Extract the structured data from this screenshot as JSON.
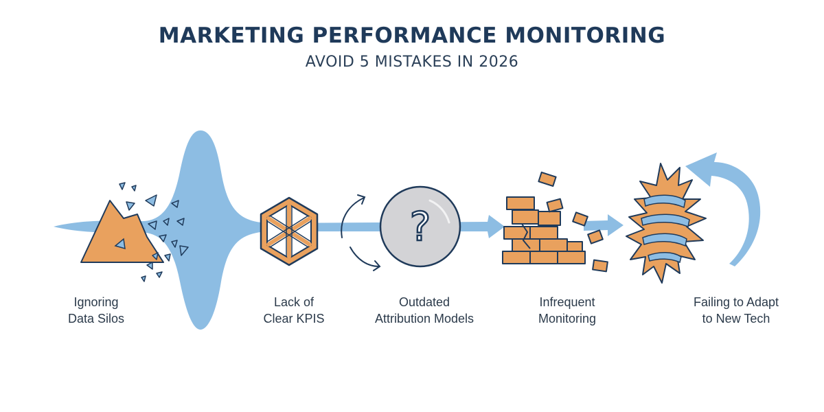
{
  "header": {
    "title": "MARKETING PERFORMANCE MONITORING",
    "subtitle": "AVOID 5 MISTAKES IN 2026"
  },
  "colors": {
    "flow": "#8dbde3",
    "flow_dark": "#6fa8d8",
    "accent": "#e9a15e",
    "ink": "#1f3a5a",
    "globe": "#d3d3d6"
  },
  "steps": [
    {
      "icon": "shattered-triangle-icon",
      "line1": "Ignoring",
      "line2": "Data Silos"
    },
    {
      "icon": "hexagon-lattice-icon",
      "line1": "Lack of",
      "line2": "Clear KPIS"
    },
    {
      "icon": "question-circle-icon",
      "line1": "Outdated",
      "line2": "Attribution Models"
    },
    {
      "icon": "crumbling-brick-wall-icon",
      "line1": "Infrequent",
      "line2": "Monitoring"
    },
    {
      "icon": "spiky-spiral-icon",
      "line1": "Failing to Adapt",
      "line2": "to New Tech"
    }
  ]
}
